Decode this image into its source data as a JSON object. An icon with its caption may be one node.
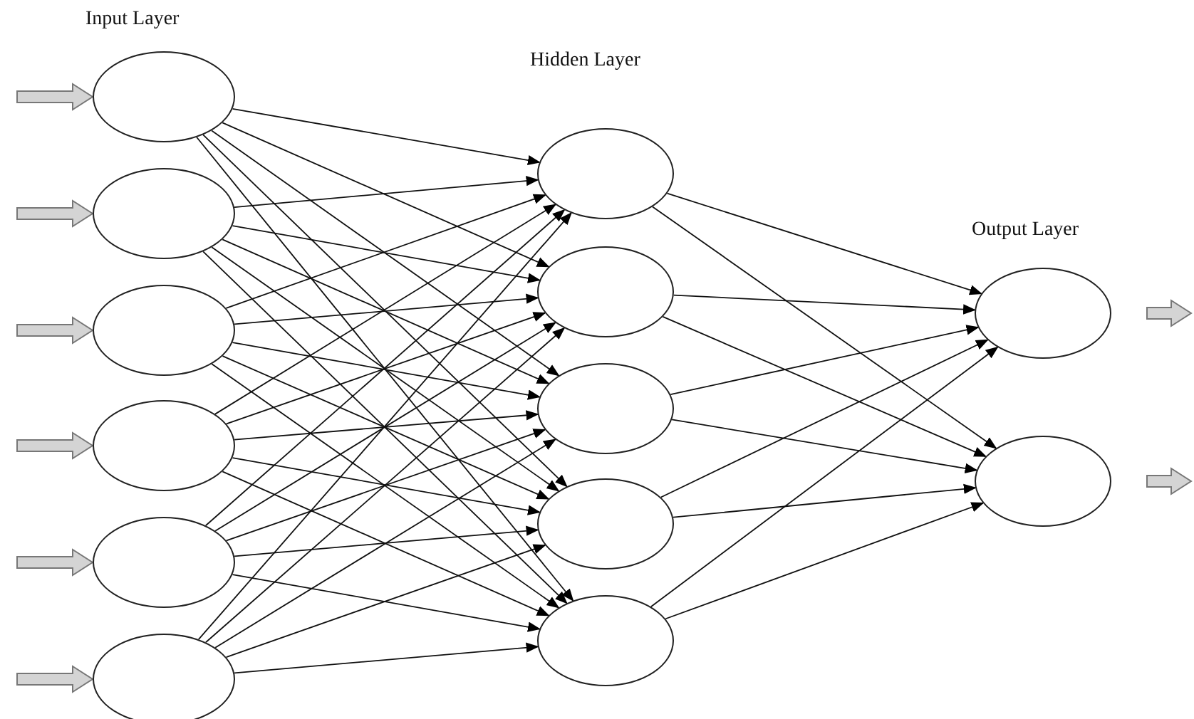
{
  "diagram": {
    "nodes": [
      {
        "text": [],
        "shape": "circle"
      },
      {
        "text": [],
        "shape": "circle"
      },
      {
        "text": [],
        "shape": "circle"
      },
      {
        "text": [],
        "shape": "circle"
      },
      {
        "text": [],
        "shape": "circle"
      },
      {
        "text": [],
        "shape": "circle"
      },
      {
        "text": [],
        "shape": "circle"
      },
      {
        "text": [],
        "shape": "circle"
      },
      {
        "text": [],
        "shape": "circle"
      },
      {
        "text": [],
        "shape": "circle"
      },
      {
        "text": [],
        "shape": "circle"
      },
      {
        "text": [],
        "shape": "circle"
      },
      {
        "text": [],
        "shape": "circle"
      }
    ],
    "edges": [
      {
        "from": null,
        "to": 0,
        "arrow": "to",
        "style": "thick",
        "color": "#d4d4d4"
      },
      {
        "from": null,
        "to": 1,
        "arrow": "to",
        "style": "thick",
        "color": "#d4d4d4"
      },
      {
        "from": null,
        "to": 2,
        "arrow": "to",
        "style": "thick",
        "color": "#d4d4d4"
      },
      {
        "from": null,
        "to": 3,
        "arrow": "to",
        "style": "thick",
        "color": "#d4d4d4"
      },
      {
        "from": null,
        "to": 4,
        "arrow": "to",
        "style": "thick",
        "color": "#d4d4d4"
      },
      {
        "from": null,
        "to": 5,
        "arrow": "to",
        "style": "thick",
        "color": "#d4d4d4"
      },
      {
        "from": 0,
        "to": 6,
        "arrow": "to"
      },
      {
        "from": 0,
        "to": 7,
        "arrow": "to"
      },
      {
        "from": 0,
        "to": 8,
        "arrow": "to"
      },
      {
        "from": 0,
        "to": 9,
        "arrow": "to"
      },
      {
        "from": 0,
        "to": 10,
        "arrow": "to"
      },
      {
        "from": 1,
        "to": 6,
        "arrow": "to"
      },
      {
        "from": 1,
        "to": 7,
        "arrow": "to"
      },
      {
        "from": 1,
        "to": 8,
        "arrow": "to"
      },
      {
        "from": 1,
        "to": 9,
        "arrow": "to"
      },
      {
        "from": 1,
        "to": 10,
        "arrow": "to"
      },
      {
        "from": 2,
        "to": 6,
        "arrow": "to"
      },
      {
        "from": 2,
        "to": 7,
        "arrow": "to"
      },
      {
        "from": 2,
        "to": 8,
        "arrow": "to"
      },
      {
        "from": 2,
        "to": 9,
        "arrow": "to"
      },
      {
        "from": 2,
        "to": 10,
        "arrow": "to"
      },
      {
        "from": 3,
        "to": 6,
        "arrow": "to"
      },
      {
        "from": 3,
        "to": 7,
        "arrow": "to"
      },
      {
        "from": 3,
        "to": 8,
        "arrow": "to"
      },
      {
        "from": 3,
        "to": 9,
        "arrow": "to"
      },
      {
        "from": 3,
        "to": 10,
        "arrow": "to"
      },
      {
        "from": 4,
        "to": 6,
        "arrow": "to"
      },
      {
        "from": 4,
        "to": 7,
        "arrow": "to"
      },
      {
        "from": 4,
        "to": 8,
        "arrow": "to"
      },
      {
        "from": 4,
        "to": 9,
        "arrow": "to"
      },
      {
        "from": 4,
        "to": 10,
        "arrow": "to"
      },
      {
        "from": 5,
        "to": 6,
        "arrow": "to"
      },
      {
        "from": 5,
        "to": 7,
        "arrow": "to"
      },
      {
        "from": 5,
        "to": 8,
        "arrow": "to"
      },
      {
        "from": 5,
        "to": 9,
        "arrow": "to"
      },
      {
        "from": 5,
        "to": 10,
        "arrow": "to"
      },
      {
        "from": 6,
        "to": 11,
        "arrow": "to"
      },
      {
        "from": 6,
        "to": 12,
        "arrow": "to"
      },
      {
        "from": 7,
        "to": 11,
        "arrow": "to"
      },
      {
        "from": 7,
        "to": 12,
        "arrow": "to"
      },
      {
        "from": 8,
        "to": 11,
        "arrow": "to"
      },
      {
        "from": 8,
        "to": 12,
        "arrow": "to"
      },
      {
        "from": 9,
        "to": 11,
        "arrow": "to"
      },
      {
        "from": 9,
        "to": 12,
        "arrow": "to"
      },
      {
        "from": 10,
        "to": 11,
        "arrow": "to"
      },
      {
        "from": 10,
        "to": 12,
        "arrow": "to"
      },
      {
        "from": 11,
        "to": null,
        "arrow": "to",
        "style": "thick",
        "color": "#d4d4d4"
      },
      {
        "from": 12,
        "to": null,
        "arrow": "to",
        "style": "thick",
        "color": "#d4d4d4"
      }
    ],
    "labels": [
      "Input Layer",
      "Hidden Layer",
      "Output Layer"
    ]
  }
}
